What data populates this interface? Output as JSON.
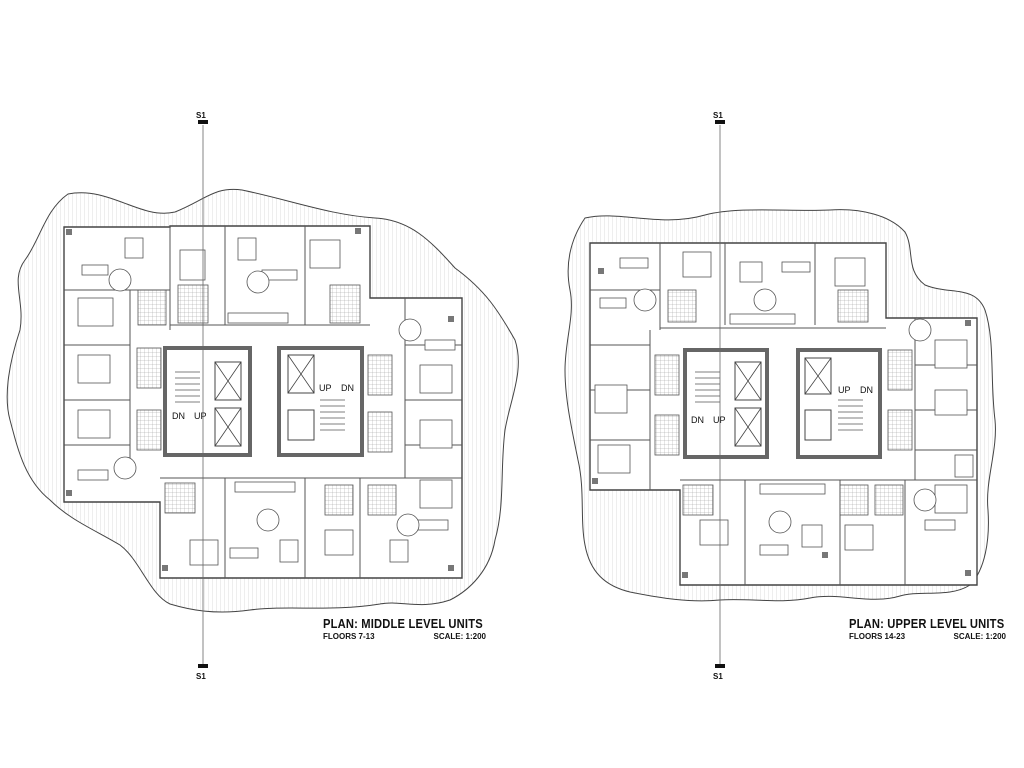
{
  "sheet": {
    "plans": [
      {
        "title": "PLAN: MIDDLE LEVEL UNITS",
        "floors": "FLOORS 7-13",
        "scale": "SCALE: 1:200",
        "section_marker": "S1",
        "stair_labels": [
          "DN",
          "UP",
          "UP",
          "DN"
        ]
      },
      {
        "title": "PLAN: UPPER LEVEL UNITS",
        "floors": "FLOORS 14-23",
        "scale": "SCALE: 1:200",
        "section_marker": "S1",
        "stair_labels": [
          "DN",
          "UP",
          "UP",
          "DN"
        ]
      }
    ]
  },
  "colors": {
    "line": "#333333",
    "wall": "#555555",
    "hatch": "#b0b0b0",
    "background": "#ffffff"
  }
}
